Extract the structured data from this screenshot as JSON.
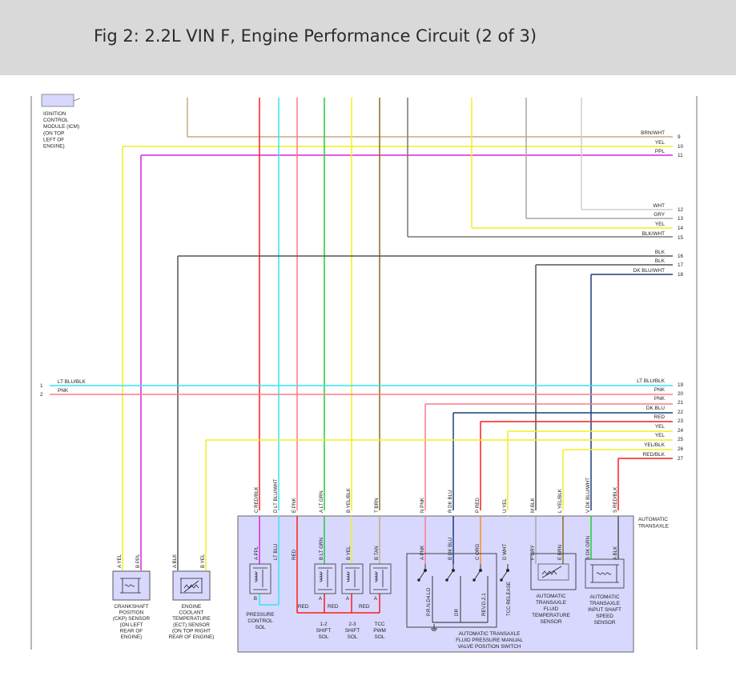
{
  "title": "Fig 2: 2.2L VIN F, Engine Performance Circuit (2 of 3)",
  "icm": [
    "IGNITION",
    "CONTROL",
    "MODULE (ICM)",
    "(ON TOP",
    "LEFT OF",
    "ENGINE)"
  ],
  "right_wires": [
    {
      "color": "BRN/WHT",
      "num": "9"
    },
    {
      "color": "YEL",
      "num": "10"
    },
    {
      "color": "PPL",
      "num": "11"
    },
    {
      "color": "WHT",
      "num": "12"
    },
    {
      "color": "GRY",
      "num": "13"
    },
    {
      "color": "YEL",
      "num": "14"
    },
    {
      "color": "BLK/WHT",
      "num": "15"
    },
    {
      "color": "BLK",
      "num": "16"
    },
    {
      "color": "BLK",
      "num": "17"
    },
    {
      "color": "DK BLU/WHT",
      "num": "18"
    },
    {
      "color": "LT BLU/BLK",
      "num": "19"
    },
    {
      "color": "PNK",
      "num": "20"
    },
    {
      "color": "PNK",
      "num": "21"
    },
    {
      "color": "DK BLU",
      "num": "22"
    },
    {
      "color": "RED",
      "num": "23"
    },
    {
      "color": "YEL",
      "num": "24"
    },
    {
      "color": "YEL",
      "num": "25"
    },
    {
      "color": "YEL/BLK",
      "num": "26"
    },
    {
      "color": "RED/BLK",
      "num": "27"
    }
  ],
  "left_wires": [
    {
      "num": "1",
      "color": "LT BLU/BLK"
    },
    {
      "num": "2",
      "color": "PNK"
    }
  ],
  "transaxle_label": [
    "AUTOMATIC",
    "TRANSAXLE"
  ],
  "trans_pins": [
    {
      "letter": "C",
      "color": "RED/BLK"
    },
    {
      "letter": "D",
      "color": "LT BLU/WHT"
    },
    {
      "letter": "E",
      "color": "PNK"
    },
    {
      "letter": "A",
      "color": "LT GRN"
    },
    {
      "letter": "B",
      "color": "YEL/BLK"
    },
    {
      "letter": "T",
      "color": "BRN"
    },
    {
      "letter": "N",
      "color": "PNK"
    },
    {
      "letter": "R",
      "color": "DK BLU"
    },
    {
      "letter": "P",
      "color": "RED"
    },
    {
      "letter": "U",
      "color": "YEL"
    },
    {
      "letter": "M",
      "color": "BLK"
    },
    {
      "letter": "L",
      "color": "YEL/BLK"
    },
    {
      "letter": "V",
      "color": "DK BLU/WHT"
    },
    {
      "letter": "S",
      "color": "RED/BLK"
    }
  ],
  "inner_pins": [
    {
      "letter": "A",
      "color": "PPL"
    },
    {
      "letter": "",
      "color": "LT BLU"
    },
    {
      "letter": "",
      "color": "RED"
    },
    {
      "letter": "B",
      "color": "LT GRN"
    },
    {
      "letter": "B",
      "color": "YEL"
    },
    {
      "letter": "B",
      "color": "TAN"
    },
    {
      "letter": "A",
      "color": "PNK"
    },
    {
      "letter": "B",
      "color": "DK BLU"
    },
    {
      "letter": "C",
      "color": "ORG"
    },
    {
      "letter": "D",
      "color": "WHT"
    },
    {
      "letter": "F",
      "color": "GRY"
    },
    {
      "letter": "E",
      "color": "BRN"
    },
    {
      "letter": "B",
      "color": "DK GRN"
    },
    {
      "letter": "A",
      "color": "BLK"
    }
  ],
  "sensor_pins": [
    {
      "letter": "A",
      "color": "YEL"
    },
    {
      "letter": "B",
      "color": "PPL"
    },
    {
      "letter": "A",
      "color": "BLK"
    },
    {
      "letter": "B",
      "color": "YEL"
    }
  ],
  "ckp": [
    "CRANKSHAFT",
    "POSITION",
    "(CKP) SENSOR",
    "(ON LEFT",
    "REAR OF",
    "ENGINE)"
  ],
  "ect": [
    "ENGINE",
    "COOLANT",
    "TEMPERATURE",
    "(ECT) SENSOR",
    "(ON TOP RIGHT",
    "REAR OF ENGINE)"
  ],
  "pcs": [
    "PRESSURE",
    "CONTROL",
    "SOL"
  ],
  "sol12": [
    "1-2",
    "SHIFT",
    "SOL"
  ],
  "sol23": [
    "2-3",
    "SHIFT",
    "SOL"
  ],
  "tcc": [
    "TCC",
    "PWM",
    "SOL"
  ],
  "switch_label": [
    "AUTOMATIC TRANSAXLE",
    "FLUID PRESSURE MANUAL",
    "VALVE POSITION SWITCH"
  ],
  "tft": [
    "AUTOMATIC",
    "TRANSAXLE",
    "FLUID",
    "TEMPERATURE",
    "SENSOR"
  ],
  "iss": [
    "AUTOMATIC",
    "TRANSAXLE",
    "INPUT SHAFT",
    "SPEED",
    "SENSOR"
  ],
  "sw_labels": [
    "P.R.N.D4.LO",
    "DR",
    "REV.D.2.1",
    "TCC RELEASE"
  ],
  "red_labels": [
    "RED",
    "RED",
    "RED"
  ],
  "sub_pins": [
    "B",
    "A",
    "A",
    "A"
  ],
  "colors": {
    "red": "#ff1a1a",
    "cyan": "#33e6f0",
    "pink": "#ff7a8a",
    "green": "#22cc33",
    "yellow": "#f0ef22",
    "brown": "#8c6a22",
    "tan": "#c9aa7c",
    "magenta": "#dd22dd",
    "dkblue": "#1c3f7d",
    "gray": "#a8a8a8",
    "dkgray": "#777777",
    "black": "#555555",
    "orange": "#ff8a22",
    "box": "#d8d8ff"
  }
}
